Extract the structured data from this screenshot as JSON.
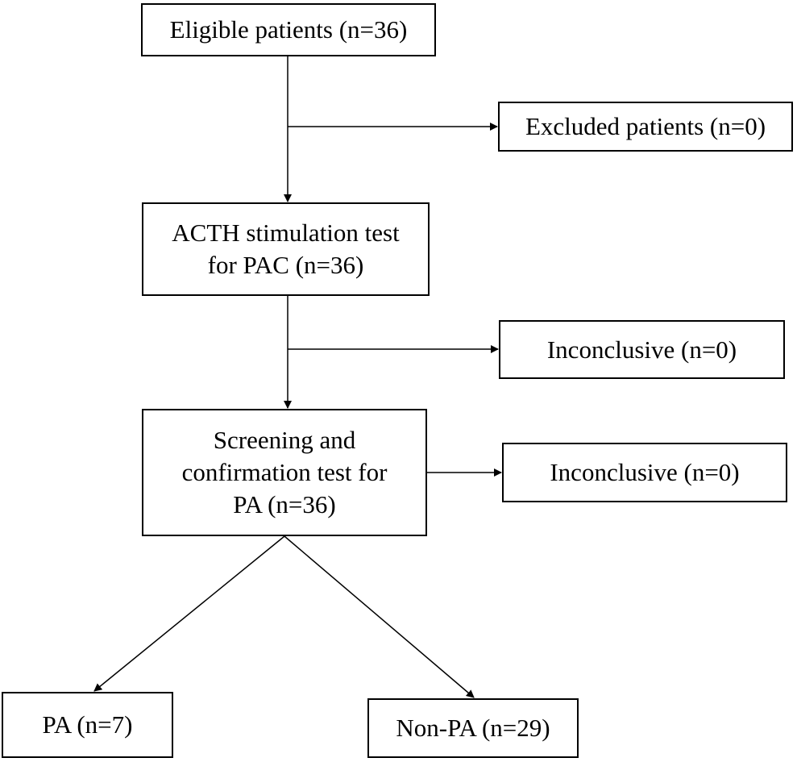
{
  "flowchart": {
    "eligible": "Eligible patients (n=36)",
    "excluded": "Excluded patients (n=0)",
    "acth": "ACTH stimulation test\nfor PAC (n=36)",
    "inconclusive_1": "Inconclusive (n=0)",
    "screening": "Screening and\nconfirmation test for\nPA (n=36)",
    "inconclusive_2": "Inconclusive (n=0)",
    "pa": "PA (n=7)",
    "non_pa": "Non-PA (n=29)"
  },
  "colors": {
    "line": "#000000",
    "box_border": "#000000",
    "background": "#ffffff"
  }
}
